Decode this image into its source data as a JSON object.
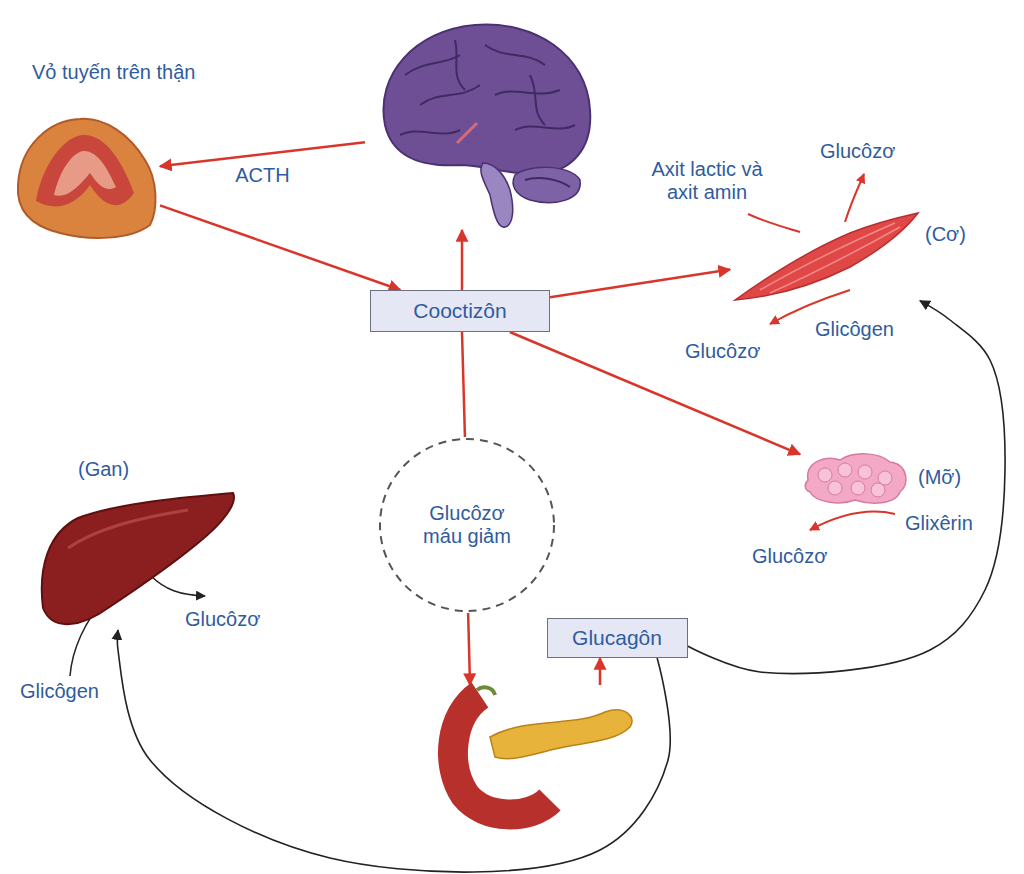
{
  "diagram": {
    "nodes": [
      {
        "text": [
          "Vỏ tuyến trên thận"
        ]
      },
      {
        "text": []
      },
      {
        "text": [
          "Cooctizôn"
        ]
      },
      {
        "text": [
          "(Cơ)"
        ]
      },
      {
        "text": [
          "(Mỡ)"
        ]
      },
      {
        "text": [
          "(Gan)"
        ]
      },
      {
        "text": [
          "Glucôzơ máu giảm"
        ]
      },
      {
        "text": [
          "Glucagôn"
        ]
      },
      {
        "text": []
      }
    ],
    "edges": [
      {
        "from": 1,
        "to": 0,
        "label": "ACTH",
        "arrow": "to"
      },
      {
        "from": 0,
        "to": 2,
        "arrow": "to"
      },
      {
        "from": 2,
        "to": 1,
        "arrow": "to"
      },
      {
        "from": 2,
        "to": 3,
        "arrow": "to"
      },
      {
        "from": 2,
        "to": 4,
        "arrow": "to"
      },
      {
        "from": 6,
        "to": 2,
        "arrow": "none"
      },
      {
        "from": 6,
        "to": 8,
        "arrow": "to"
      },
      {
        "from": 8,
        "to": 7,
        "arrow": "to"
      },
      {
        "from": 7,
        "to": 5,
        "arrow": "to"
      },
      {
        "from": 7,
        "to": 3,
        "arrow": "to"
      }
    ],
    "labels": [
      "Axit lactic và axit amin",
      "Glucôzơ",
      "Glucôzơ",
      "Glicôgen",
      "Glixêrin",
      "Glucôzơ",
      "Glucôzơ",
      "Glicôgen"
    ]
  }
}
